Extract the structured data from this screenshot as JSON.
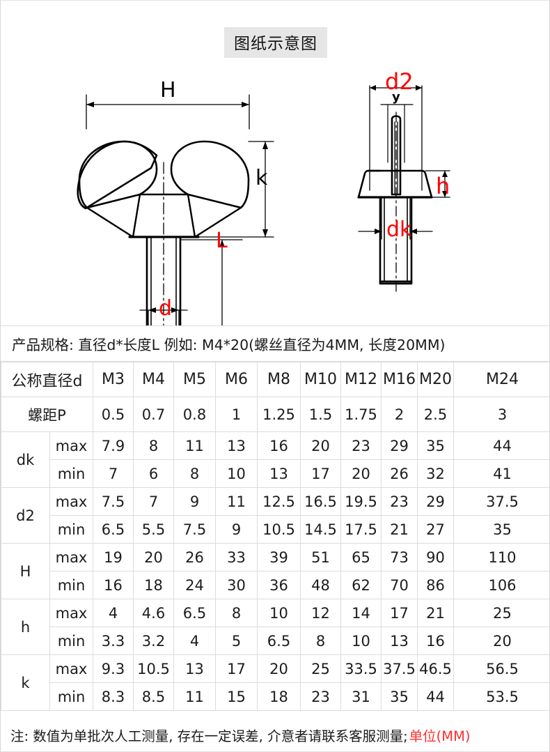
{
  "title": "图纸示意图",
  "drawing": {
    "front_view": {
      "labels": [
        {
          "name": "H",
          "text": "H",
          "color": "#000000"
        },
        {
          "name": "k",
          "text": "k",
          "color": "#000000"
        },
        {
          "name": "L",
          "text": "L",
          "color": "#ff0000"
        },
        {
          "name": "d",
          "text": "d",
          "color": "#ff0000"
        }
      ]
    },
    "side_view": {
      "labels": [
        {
          "name": "d2",
          "text": "d2",
          "color": "#ff0000"
        },
        {
          "name": "y",
          "text": "y",
          "color": "#000000"
        },
        {
          "name": "h",
          "text": "h",
          "color": "#ff0000"
        },
        {
          "name": "dk",
          "text": "dk",
          "color": "#ff0000"
        }
      ]
    }
  },
  "spec_line": "产品规格: 直径d*长度L   例如: M4*20(螺丝直径为4MM, 长度20MM)",
  "table": {
    "header_label": "公称直径d",
    "sizes": [
      "M3",
      "M4",
      "M5",
      "M6",
      "M8",
      "M10",
      "M12",
      "M16",
      "M20",
      "M24"
    ],
    "pitch_label": "螺距P",
    "pitch": [
      "0.5",
      "0.7",
      "0.8",
      "1",
      "1.25",
      "1.5",
      "1.75",
      "2",
      "2.5",
      "3"
    ],
    "max_label": "max",
    "min_label": "min",
    "groups": [
      {
        "name": "dk",
        "max": [
          "7.9",
          "8",
          "11",
          "13",
          "16",
          "20",
          "23",
          "29",
          "35",
          "44"
        ],
        "min": [
          "7",
          "6",
          "8",
          "10",
          "13",
          "17",
          "20",
          "26",
          "32",
          "41"
        ]
      },
      {
        "name": "d2",
        "max": [
          "7.5",
          "7",
          "9",
          "11",
          "12.5",
          "16.5",
          "19.5",
          "23",
          "29",
          "37.5"
        ],
        "min": [
          "6.5",
          "5.5",
          "7.5",
          "9",
          "10.5",
          "14.5",
          "17.5",
          "21",
          "27",
          "35"
        ]
      },
      {
        "name": "H",
        "max": [
          "19",
          "20",
          "26",
          "33",
          "39",
          "51",
          "65",
          "73",
          "90",
          "110"
        ],
        "min": [
          "16",
          "18",
          "24",
          "30",
          "36",
          "48",
          "62",
          "70",
          "86",
          "106"
        ]
      },
      {
        "name": "h",
        "max": [
          "4",
          "4.6",
          "6.5",
          "8",
          "10",
          "12",
          "14",
          "17",
          "21",
          "25"
        ],
        "min": [
          "3.3",
          "3.2",
          "4",
          "5",
          "6.5",
          "8",
          "10",
          "13",
          "16",
          "20"
        ]
      },
      {
        "name": "k",
        "max": [
          "9.3",
          "10.5",
          "13",
          "17",
          "20",
          "25",
          "33.5",
          "37.5",
          "46.5",
          "56.5"
        ],
        "min": [
          "8.3",
          "8.5",
          "11",
          "15",
          "18",
          "23",
          "31",
          "35",
          "44",
          "53.5"
        ]
      }
    ]
  },
  "note": {
    "text": "注: 数值为单批次人工测量, 存在一定误差, 介意者请联系客服测量;",
    "unit": "单位(MM)"
  },
  "colors": {
    "accent_red": "#ff2d2d",
    "line": "#000000",
    "grid": "#dcdcdc",
    "title_bg": "#e6e6e6"
  }
}
